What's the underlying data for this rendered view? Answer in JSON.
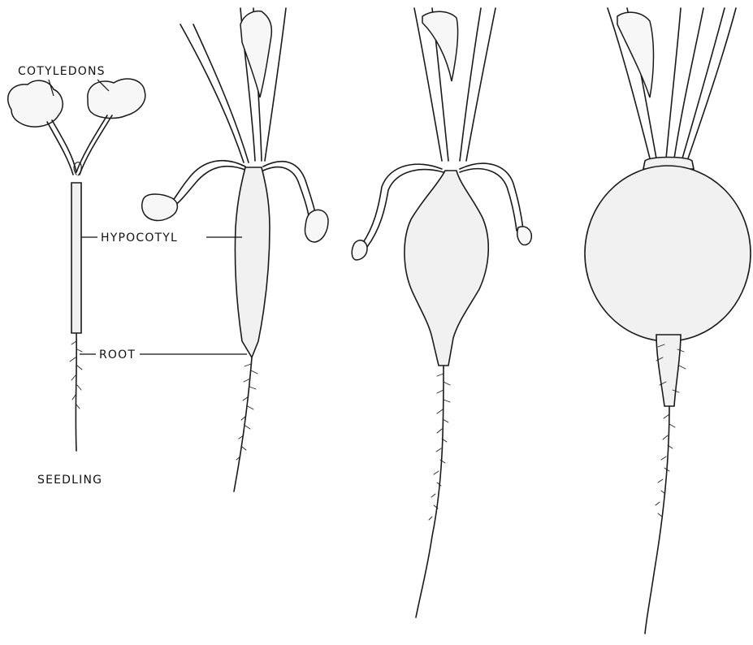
{
  "labels": {
    "cotyledons": "COTYLEDONS",
    "hypocotyl": "HYPOCOTYL",
    "root": "ROOT",
    "seedling": "SEEDLING"
  }
}
